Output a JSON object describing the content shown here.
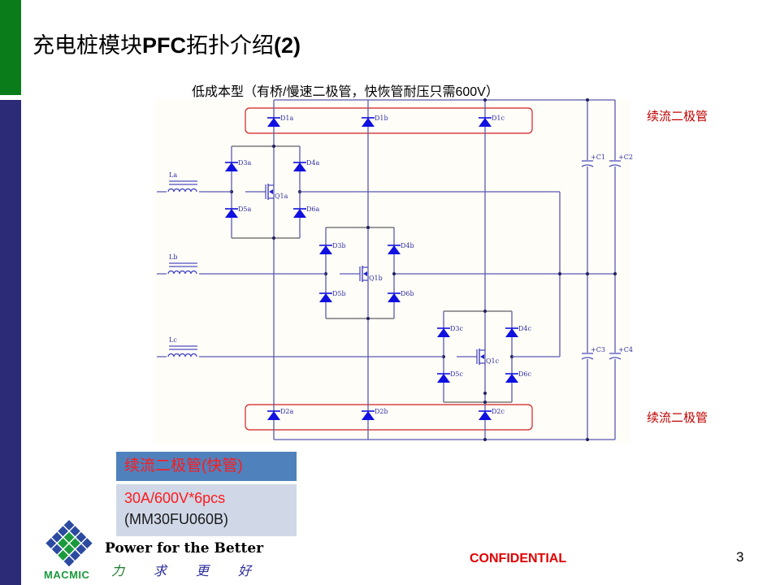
{
  "slide": {
    "title_cn1": "充电桩模块",
    "title_bold": "PFC",
    "title_cn2": "拓扑介绍",
    "title_num": "(2)",
    "subtitle": "低成本型（有桥/慢速二极管，快恢管耐压只需600V）",
    "side_label_top": "续流二极管",
    "side_label_bottom": "续流二极管",
    "table": {
      "header": "续流二极管(快管)",
      "spec": "30A/600V*6pcs",
      "part": "(MM30FU060B)"
    },
    "footer": {
      "brand": "MACMIC",
      "slogan": "Power for the Better",
      "slogan_cn": [
        "力",
        "求",
        "更",
        "好"
      ],
      "confidential": "CONFIDENTIAL",
      "page_number": "3"
    }
  },
  "schematic": {
    "labels": {
      "D1a": "D1a",
      "D1b": "D1b",
      "D1c": "D1c",
      "D2a": "D2a",
      "D2b": "D2b",
      "D2c": "D2c",
      "D3a": "D3a",
      "D4a": "D4a",
      "D5a": "D5a",
      "D6a": "D6a",
      "D3b": "D3b",
      "D4b": "D4b",
      "D5b": "D5b",
      "D6b": "D6b",
      "D3c": "D3c",
      "D4c": "D4c",
      "D5c": "D5c",
      "D6c": "D6c",
      "Q1a": "Q1a",
      "Q1b": "Q1b",
      "Q1c": "Q1c",
      "La": "La",
      "Lb": "Lb",
      "Lc": "Lc",
      "C1": "C1",
      "C2": "C2",
      "C3": "C3",
      "C4": "C4"
    },
    "colors": {
      "wire": "#5a5ab0",
      "diode": "#1010e0",
      "highlight": "#d02020",
      "frame": "#606060"
    }
  }
}
